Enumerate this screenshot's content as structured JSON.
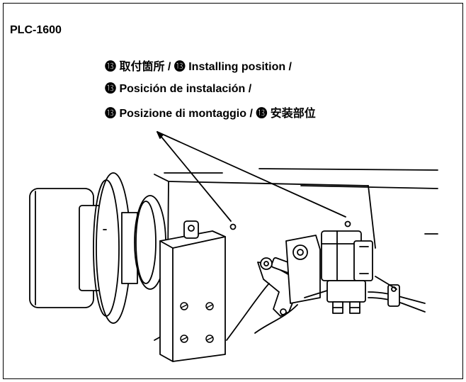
{
  "model": "PLC-1600",
  "caption": {
    "line1": "⓭ 取付箇所 / ⓭ Installing position /",
    "line2": "⓭ Posición de instalación /",
    "line3": "⓭ Posizione di montaggio / ⓭ 安装部位"
  }
}
